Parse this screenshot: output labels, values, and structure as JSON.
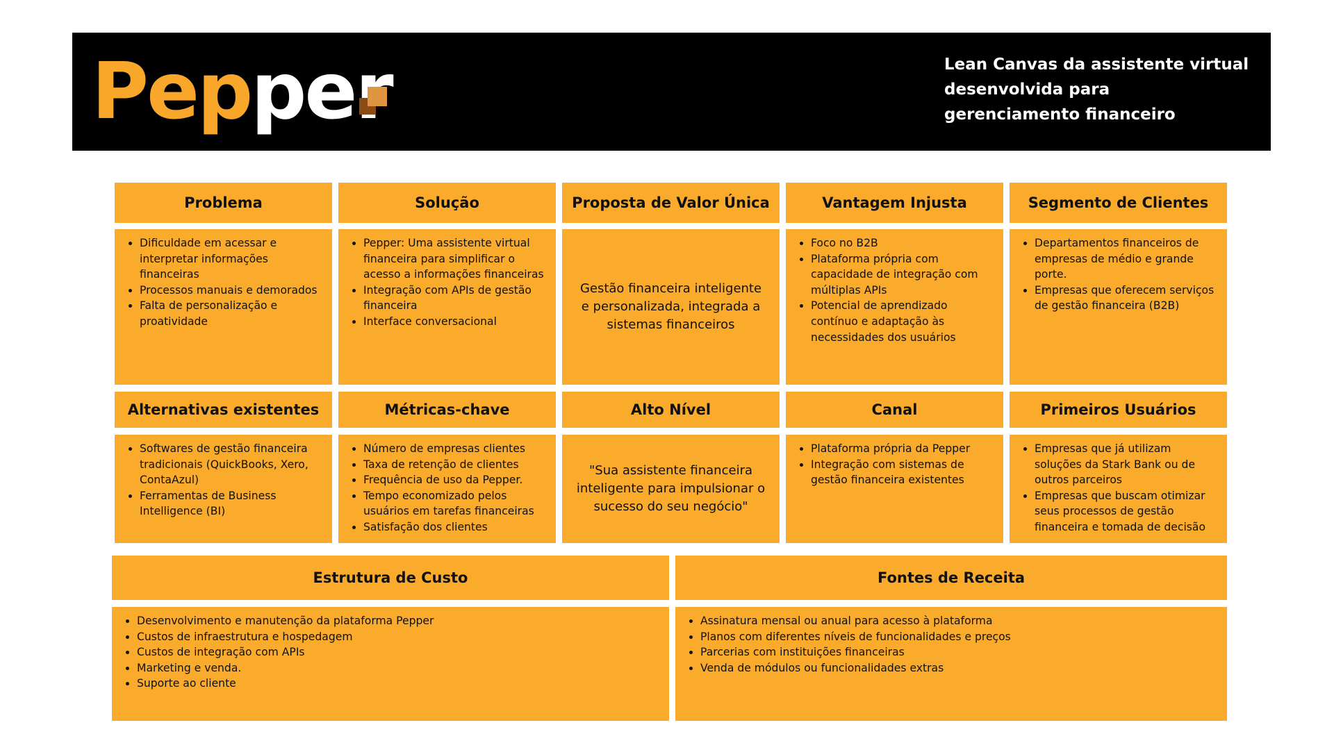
{
  "header": {
    "logo_part1": "Pep",
    "logo_part2": "per",
    "title": "Lean Canvas da assistente virtual desenvolvida para gerenciamento financeiro"
  },
  "canvas": {
    "problema": {
      "title": "Problema",
      "items": [
        "Dificuldade em acessar e interpretar informações financeiras",
        "Processos manuais e demorados",
        "Falta de personalização e proatividade"
      ]
    },
    "solucao": {
      "title": "Solução",
      "items": [
        "Pepper: Uma assistente virtual financeira para simplificar o acesso a informações financeiras",
        "Integração com APIs de gestão financeira",
        "Interface conversacional"
      ]
    },
    "proposta": {
      "title": "Proposta de Valor Única",
      "text": "Gestão financeira inteligente e personalizada, integrada a sistemas financeiros"
    },
    "vantagem": {
      "title": "Vantagem Injusta",
      "items": [
        "Foco no B2B",
        "Plataforma própria com capacidade de integração com múltiplas APIs",
        "Potencial de aprendizado contínuo e adaptação às necessidades dos usuários"
      ]
    },
    "segmento": {
      "title": "Segmento de Clientes",
      "items": [
        "Departamentos financeiros de empresas de médio e grande porte.",
        "Empresas que oferecem serviços de gestão financeira (B2B)"
      ]
    },
    "alternativas": {
      "title": "Alternativas existentes",
      "items": [
        "Softwares de gestão financeira tradicionais (QuickBooks, Xero, ContaAzul)",
        "Ferramentas de Business Intelligence (BI)"
      ]
    },
    "metricas": {
      "title": "Métricas-chave",
      "items": [
        "Número de empresas clientes",
        "Taxa de retenção de clientes",
        "Frequência de uso da Pepper.",
        "Tempo economizado pelos usuários em tarefas financeiras",
        "Satisfação dos clientes"
      ]
    },
    "alto_nivel": {
      "title": "Alto Nível",
      "text": "\"Sua assistente financeira inteligente para impulsionar o sucesso do seu negócio\""
    },
    "canal": {
      "title": "Canal",
      "items": [
        "Plataforma própria da Pepper",
        "Integração com sistemas de gestão financeira existentes"
      ]
    },
    "primeiros": {
      "title": "Primeiros Usuários",
      "items": [
        "Empresas que já utilizam soluções da Stark Bank ou de outros parceiros",
        "Empresas que buscam otimizar seus processos de gestão financeira e tomada de decisão"
      ]
    },
    "custo": {
      "title": "Estrutura de Custo",
      "items": [
        "Desenvolvimento e manutenção da plataforma Pepper",
        "Custos de infraestrutura e hospedagem",
        "Custos de integração com APIs",
        "Marketing e venda.",
        "Suporte ao cliente"
      ]
    },
    "receita": {
      "title": "Fontes de Receita",
      "items": [
        "Assinatura mensal ou anual para acesso à plataforma",
        "Planos com diferentes níveis de funcionalidades e preços",
        "Parcerias com instituições financeiras",
        "Venda de módulos ou funcionalidades extras"
      ]
    }
  },
  "colors": {
    "accent": "#fbab2c",
    "header_bg": "#000000",
    "logo_orange": "#f9a72b"
  }
}
